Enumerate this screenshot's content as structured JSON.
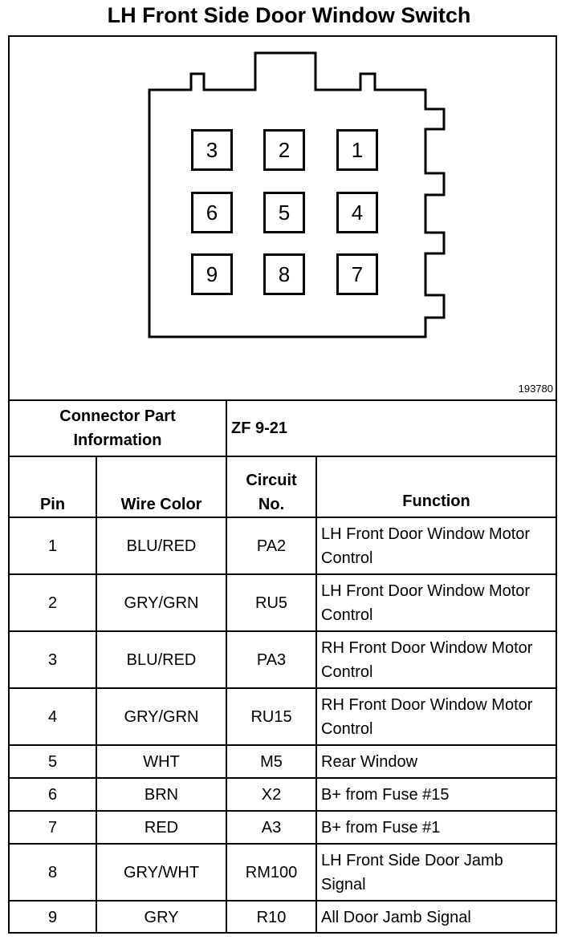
{
  "title": "LH Front Side Door Window Switch",
  "figure_id": "193780",
  "connector": {
    "pin_layout": [
      [
        "3",
        "2",
        "1"
      ],
      [
        "6",
        "5",
        "4"
      ],
      [
        "9",
        "8",
        "7"
      ]
    ]
  },
  "connector_info": {
    "label": "Connector Part Information",
    "value": "ZF 9-21"
  },
  "table": {
    "headers": {
      "pin": "Pin",
      "wire_color": "Wire Color",
      "circuit": "Circuit No.",
      "function": "Function"
    },
    "rows": [
      {
        "pin": "1",
        "wire_color": "BLU/RED",
        "circuit": "PA2",
        "function": "LH Front Door Window Motor Control"
      },
      {
        "pin": "2",
        "wire_color": "GRY/GRN",
        "circuit": "RU5",
        "function": "LH Front Door Window Motor Control"
      },
      {
        "pin": "3",
        "wire_color": "BLU/RED",
        "circuit": "PA3",
        "function": "RH Front Door Window Motor Control"
      },
      {
        "pin": "4",
        "wire_color": "GRY/GRN",
        "circuit": "RU15",
        "function": "RH Front Door Window Motor Control"
      },
      {
        "pin": "5",
        "wire_color": "WHT",
        "circuit": "M5",
        "function": "Rear Window"
      },
      {
        "pin": "6",
        "wire_color": "BRN",
        "circuit": "X2",
        "function": "B+ from Fuse #15"
      },
      {
        "pin": "7",
        "wire_color": "RED",
        "circuit": "A3",
        "function": "B+ from Fuse #1"
      },
      {
        "pin": "8",
        "wire_color": "GRY/WHT",
        "circuit": "RM100",
        "function": "LH Front Side Door Jamb Signal"
      },
      {
        "pin": "9",
        "wire_color": "GRY",
        "circuit": "R10",
        "function": "All Door Jamb Signal"
      }
    ]
  }
}
